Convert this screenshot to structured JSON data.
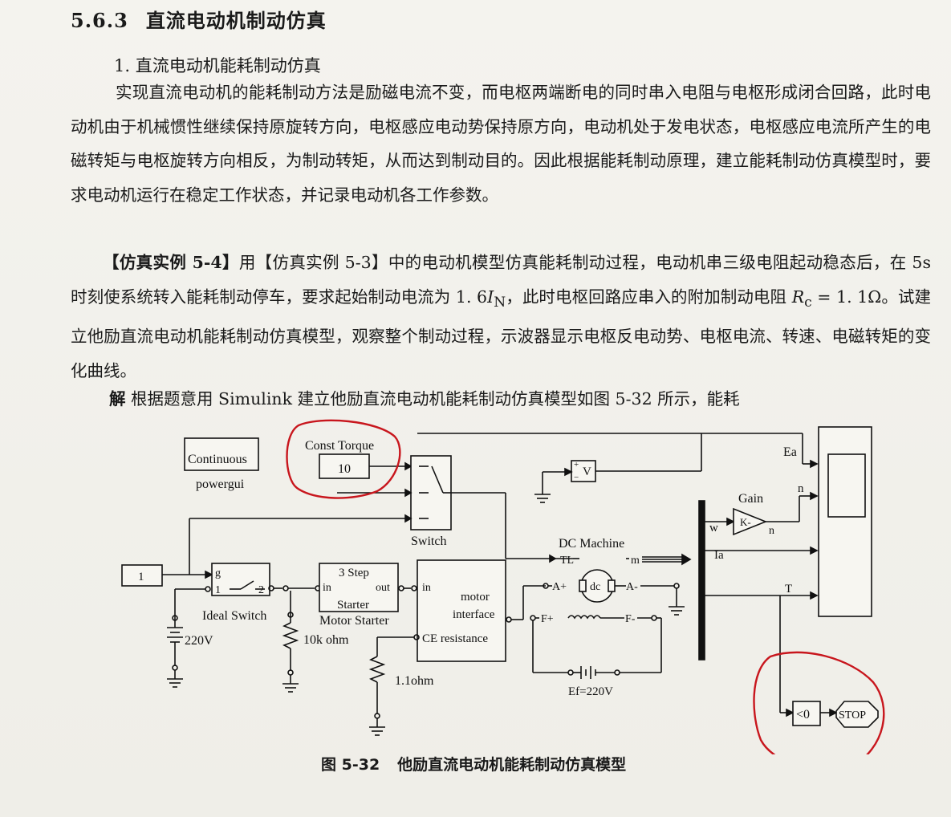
{
  "section": {
    "number": "5.6.3",
    "title": "直流电动机制动仿真"
  },
  "subsection": {
    "number": "1.",
    "title": "直流电动机能耗制动仿真"
  },
  "paragraph1": "实现直流电动机的能耗制动方法是励磁电流不变，而电枢两端断电的同时串入电阻与电枢形成闭合回路，此时电动机由于机械惯性继续保持原旋转方向，电枢感应电动势保持原方向，电动机处于发电状态，电枢感应电流所产生的电磁转矩与电枢旋转方向相反，为制动转矩，从而达到制动目的。因此根据能耗制动原理，建立能耗制动仿真模型时，要求电动机运行在稳定工作状态，并记录电动机各工作参数。",
  "paragraph2": {
    "label": "【仿真实例 5-4】",
    "text_a": "用【仿真实例 5-3】中的电动机模型仿真能耗制动过程，电动机串三级电阻起动稳态后，在 5s 时刻使系统转入能耗制动停车，要求起始制动电流为 1. 6",
    "current_symbol": "I",
    "current_sub": "N",
    "text_b": "，此时电枢回路应串入的附加制动电阻 ",
    "res_symbol": "R",
    "res_sub": "c",
    "text_c": " = 1. 1Ω。试建立他励直流电动机能耗制动仿真模型，观察整个制动过程，示波器显示电枢反电动势、电枢电流、转速、电磁转矩的变化曲线。"
  },
  "paragraph3": {
    "label": "解",
    "text": "根据题意用 Simulink 建立他励直流电动机能耗制动仿真模型如图 5-32 所示，能耗"
  },
  "diagram": {
    "continuous_block": "Continuous",
    "powergui_label": "powergui",
    "const_torque_label": "Const Torque",
    "const_torque_value": "10",
    "switch_label": "Switch",
    "voltmeter_label": "V",
    "voltmeter_plus": "+",
    "voltmeter_minus": "−",
    "dc_machine_label": "DC Machine",
    "port_tl": "TL",
    "port_m": "m",
    "port_a_plus": "A+",
    "port_a_minus": "A-",
    "port_f_plus": "F+",
    "port_f_minus": "F-",
    "dc_label": "dc",
    "ef_label": "Ef=220V",
    "step_value": "1",
    "ideal_switch_label": "Ideal Switch",
    "ideal_switch_g": "g",
    "ideal_switch_1": "1",
    "ideal_switch_2": "2",
    "source_220_label": "220V",
    "res_10k_label": "10k ohm",
    "res_11_label": "1.1ohm",
    "starter_title": "3 Step",
    "starter_in": "in",
    "starter_out": "out",
    "starter_sub": "Starter",
    "starter_label": "Motor Starter",
    "motor_in": "in",
    "motor_interface_line1": "motor",
    "motor_interface_line2": "interface",
    "ce_resistance": "CE resistance",
    "bus_w": "w",
    "bus_ia": "Ia",
    "gain_label": "Gain",
    "gain_k": "K-",
    "gain_n": "n",
    "scope_ea": "Ea",
    "scope_n": "n",
    "scope_t": "T",
    "compare_label": "<0",
    "stop_label": "STOP"
  },
  "caption": {
    "label": "图 5-32",
    "text": "他励直流电动机能耗制动仿真模型"
  },
  "colors": {
    "ink": "#111111",
    "annotation_red": "#c8161d",
    "paper": "#f2f1ec"
  }
}
